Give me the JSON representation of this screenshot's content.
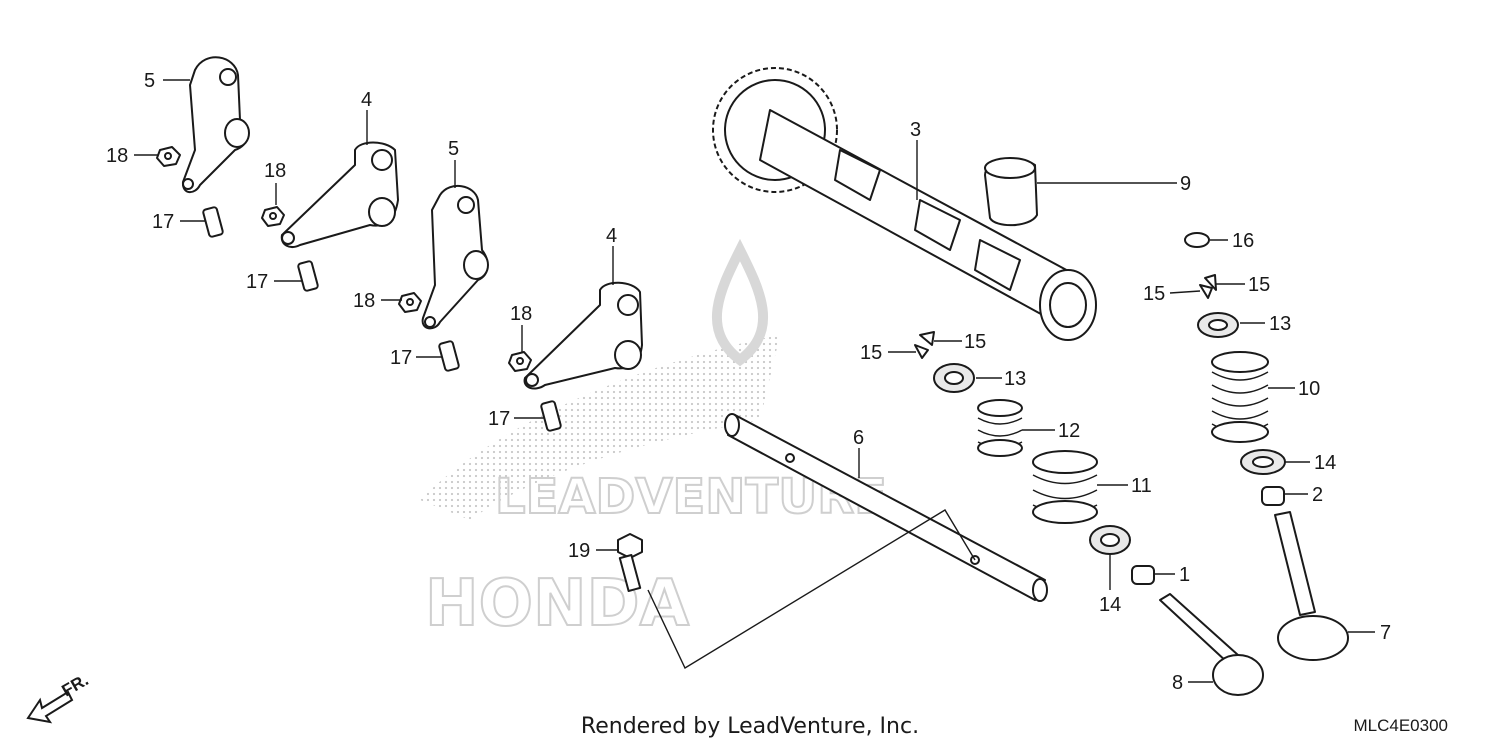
{
  "callouts": {
    "c1": "1",
    "c2": "2",
    "c3": "3",
    "c4a": "4",
    "c4b": "4",
    "c5a": "5",
    "c5b": "5",
    "c6": "6",
    "c7": "7",
    "c8": "8",
    "c9": "9",
    "c10": "10",
    "c11": "11",
    "c12": "12",
    "c13a": "13",
    "c13b": "13",
    "c14a": "14",
    "c14b": "14",
    "c15a": "15",
    "c15b": "15",
    "c15c": "15",
    "c15d": "15",
    "c16": "16",
    "c17a": "17",
    "c17b": "17",
    "c17c": "17",
    "c17d": "17",
    "c18a": "18",
    "c18b": "18",
    "c18c": "18",
    "c18d": "18",
    "c19": "19"
  },
  "direction_label": "FR.",
  "watermark": {
    "main": "LEADVENTURE",
    "brand": "HONDA"
  },
  "footer": "Rendered by LeadVenture, Inc.",
  "diagram_code": "MLC4E0300",
  "colors": {
    "line": "#1a1a1a",
    "watermark": "#cfcfcf",
    "background": "#ffffff"
  }
}
